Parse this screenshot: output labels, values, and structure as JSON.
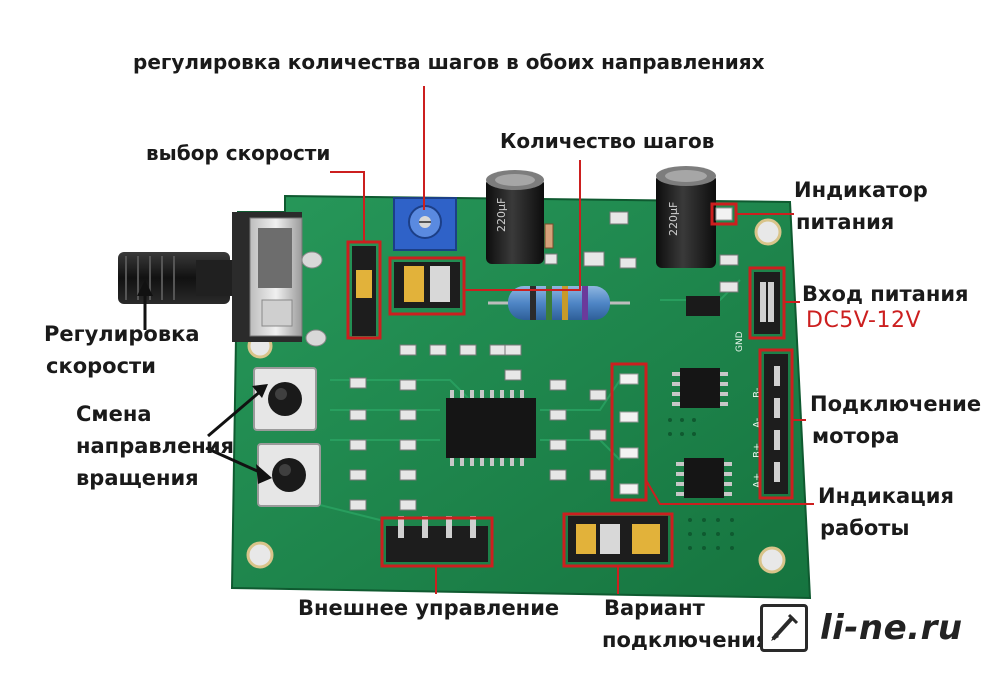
{
  "labels": {
    "steps_adjust": "регулировка количества шагов в обоих направлениях",
    "step_count": "Количество шагов",
    "speed_select": "выбор скорости",
    "power_led_l1": "Индикатор",
    "power_led_l2": "питания",
    "power_in": "Вход питания",
    "power_voltage": "DC5V-12V",
    "speed_adjust_l1": "Регулировка",
    "speed_adjust_l2": "скорости",
    "direction_l1": "Смена",
    "direction_l2": "направления",
    "direction_l3": "вращения",
    "motor_conn_l1": "Подключение",
    "motor_conn_l2": "мотора",
    "work_ind_l1": "Индикация",
    "work_ind_l2": "работы",
    "external_ctrl": "Внешнее управление",
    "conn_variant_l1": "Вариант",
    "conn_variant_l2": "подключения"
  },
  "board": {
    "cap_marking": "220μF",
    "motor_pins": [
      "A+",
      "B+",
      "A-",
      "B-"
    ],
    "gnd_mark": "GND"
  },
  "watermark": {
    "text": "li-ne.ru"
  },
  "colors": {
    "annotation": "#cc1f1f",
    "pcb": "#1f8a4c",
    "pcb_dark": "#146b38",
    "capacitor": "#1b1b1b"
  }
}
